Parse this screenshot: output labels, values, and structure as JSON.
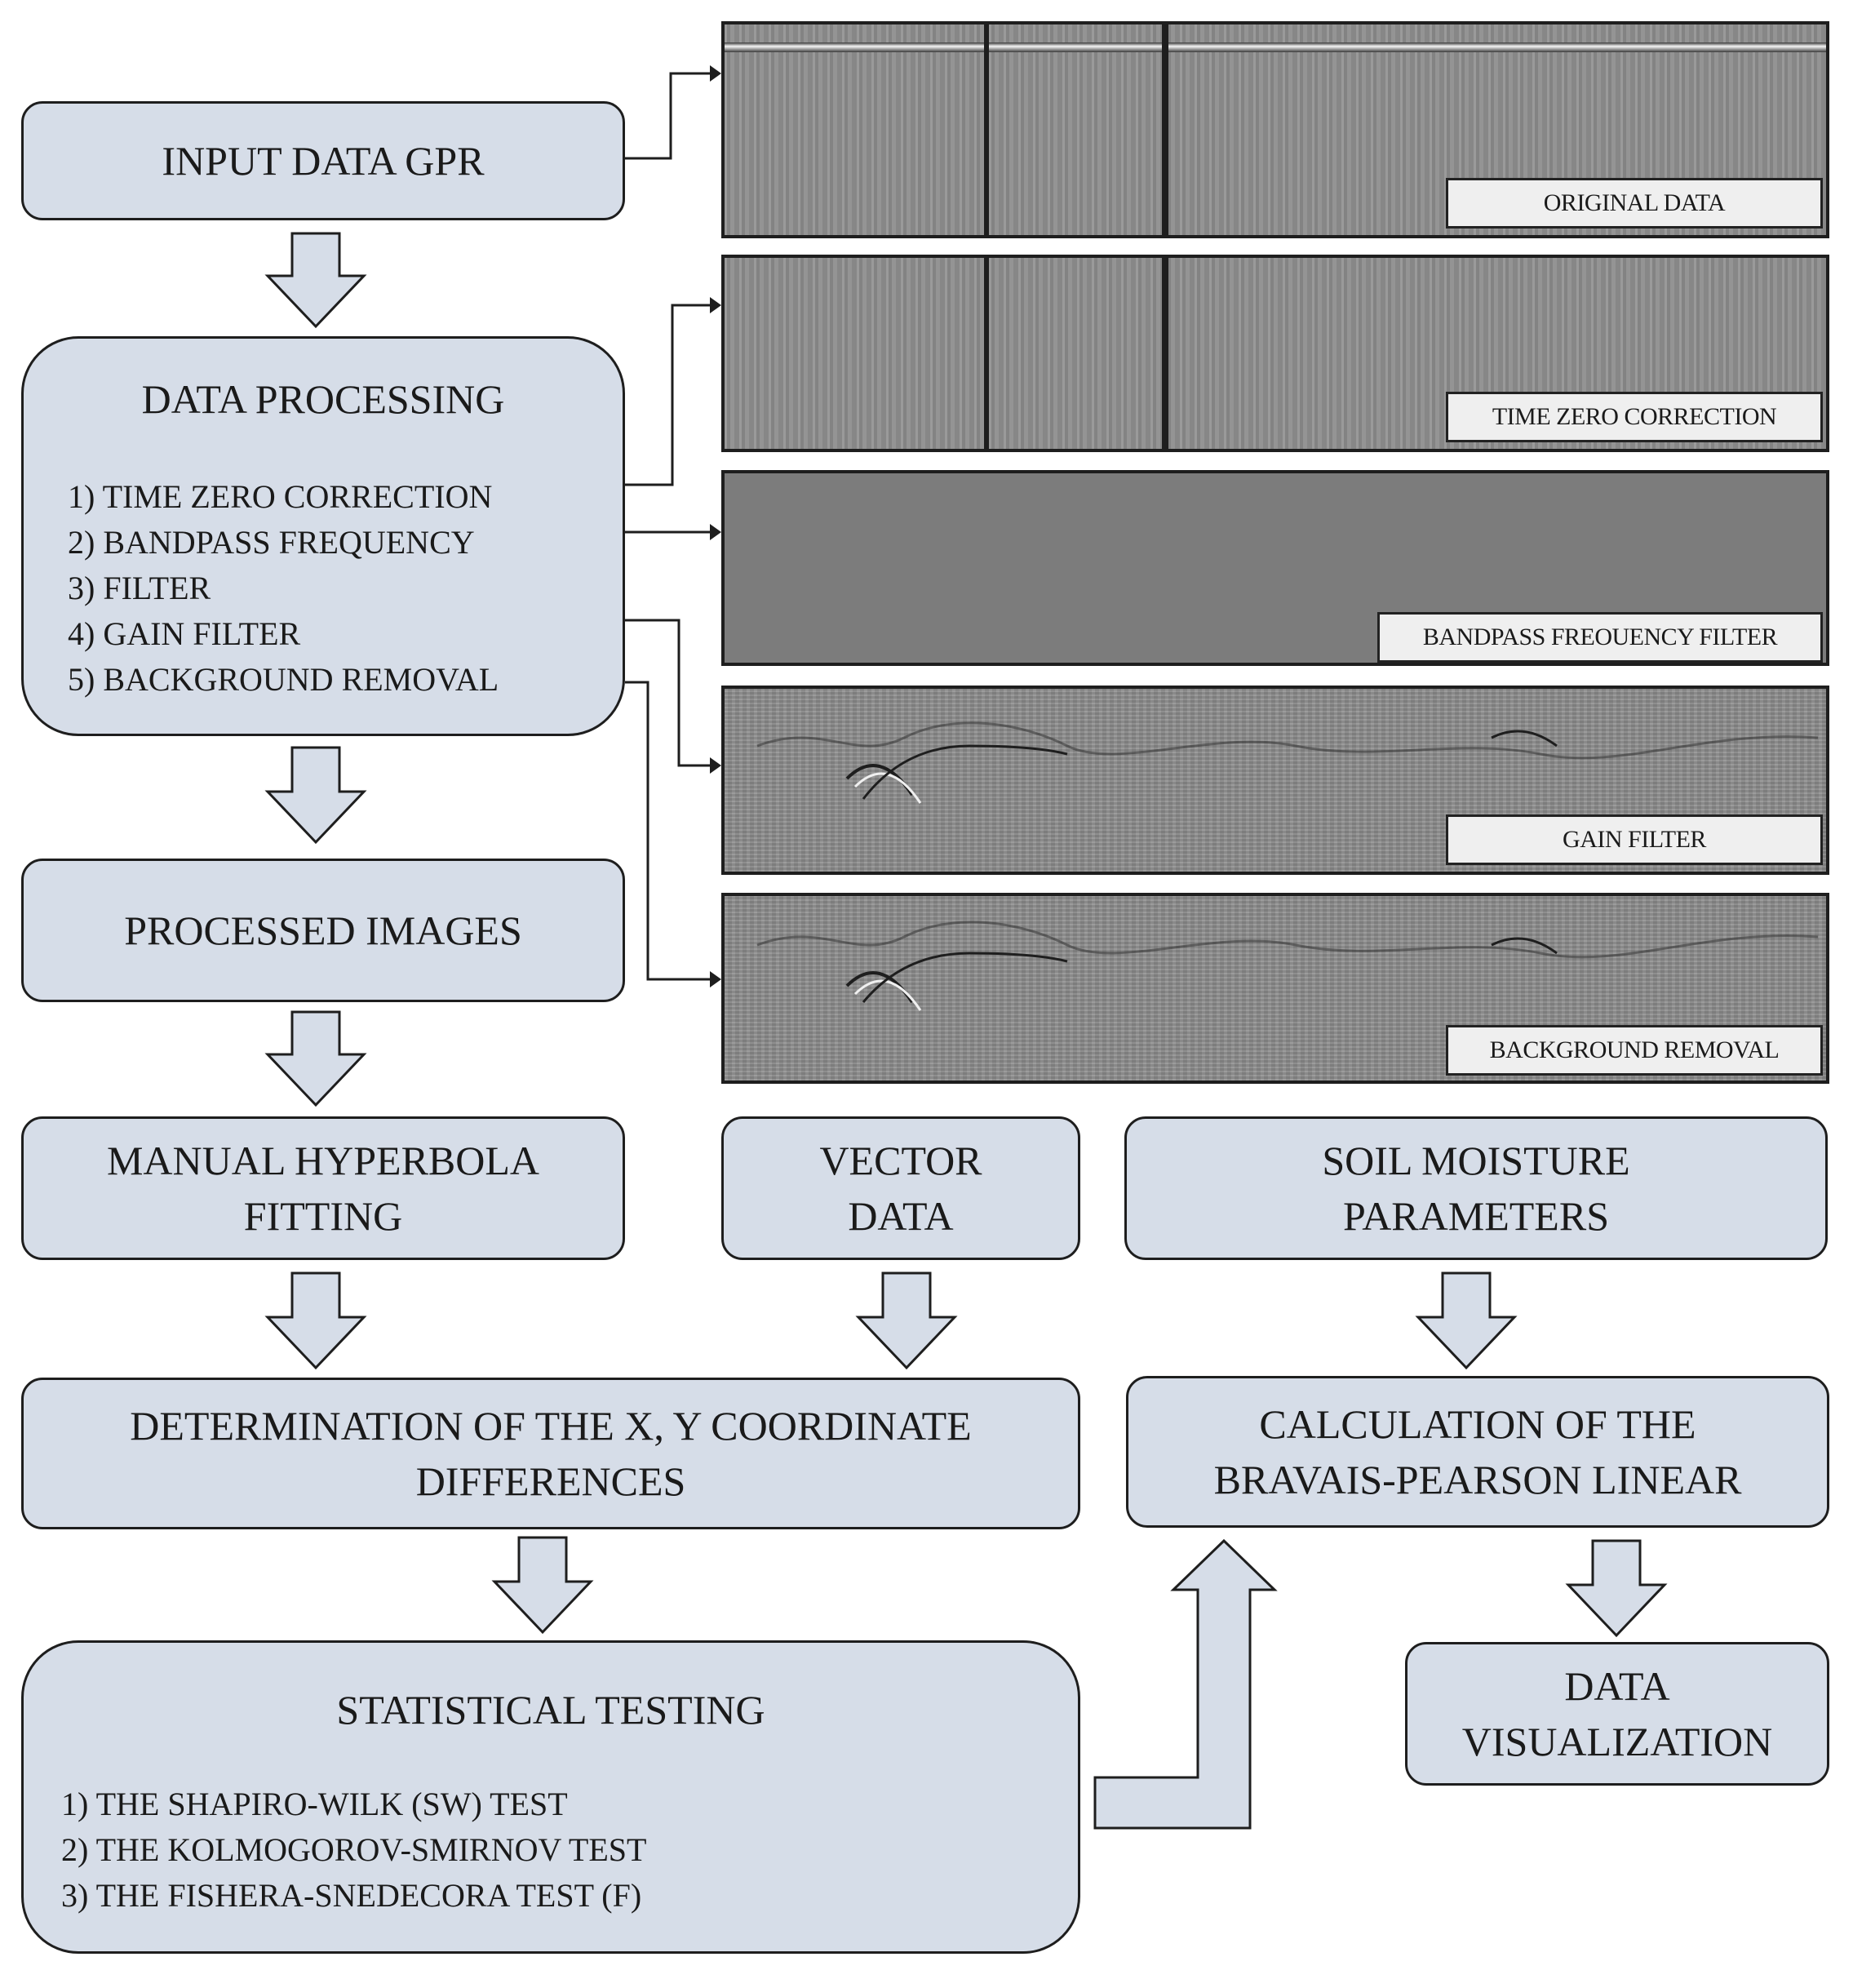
{
  "boxes": {
    "input": "INPUT DATA GPR",
    "processing": {
      "title": "DATA PROCESSING",
      "steps": [
        "1) TIME ZERO CORRECTION",
        "2) BANDPASS FREQUENCY",
        "3) FILTER",
        "4) GAIN FILTER",
        "5) BACKGROUND REMOVAL"
      ]
    },
    "processed_images": "PROCESSED IMAGES",
    "manual_fitting": [
      "MANUAL HYPERBOLA",
      "FITTING"
    ],
    "vector_data": [
      "VECTOR",
      "DATA"
    ],
    "soil_moisture": [
      "SOIL MOISTURE",
      "PARAMETERS"
    ],
    "coordinate_diff": [
      "DETERMINATION OF THE X, Y COORDINATE",
      "DIFFERENCES"
    ],
    "bravais_pearson": [
      "CALCULATION OF THE",
      "BRAVAIS-PEARSON LINEAR"
    ],
    "statistical_testing": {
      "title": "STATISTICAL TESTING",
      "tests": [
        "1) THE SHAPIRO-WILK (SW) TEST",
        "2) THE KOLMOGOROV-SMIRNOV TEST",
        "3) THE FISHERA-SNEDECORA TEST (F)"
      ]
    },
    "data_visualization": [
      "DATA",
      "VISUALIZATION"
    ]
  },
  "radargrams": [
    {
      "label": "ORIGINAL DATA"
    },
    {
      "label": "TIME ZERO CORRECTION"
    },
    {
      "label": "BANDPASS FREOUENCY FILTER"
    },
    {
      "label": "GAIN FILTER"
    },
    {
      "label": "BACKGROUND REMOVAL"
    }
  ],
  "colors": {
    "box_fill": "#d6dde8",
    "stroke": "#1e1e1e",
    "radargram_gray": "#8e8e8e",
    "bandpass_gray": "#7c7c7c"
  }
}
